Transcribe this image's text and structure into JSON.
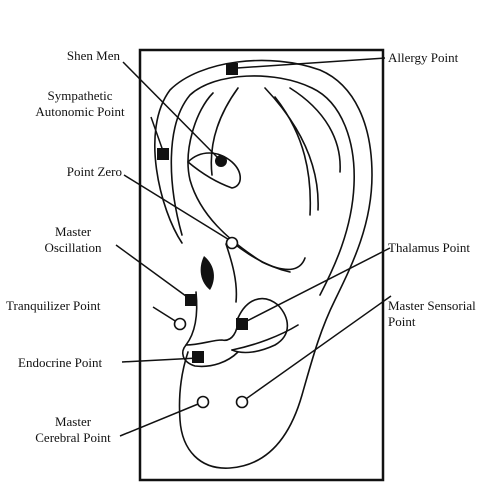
{
  "labels": {
    "shen_men": "Shen Men",
    "allergy_point": "Allergy Point",
    "sympathetic_autonomic_point": "Sympathetic\nAutonomic Point",
    "point_zero": "Point Zero",
    "master_oscillation": "Master\nOscillation",
    "thalamus_point": "Thalamus Point",
    "tranquilizer_point": "Tranquilizer Point",
    "master_sensorial_point": "Master Sensorial\nPoint",
    "endocrine_point": "Endocrine Point",
    "master_cerebral_point": "Master\nCerebral Point"
  },
  "colors": {
    "ink": "#111111",
    "background": "#ffffff"
  }
}
